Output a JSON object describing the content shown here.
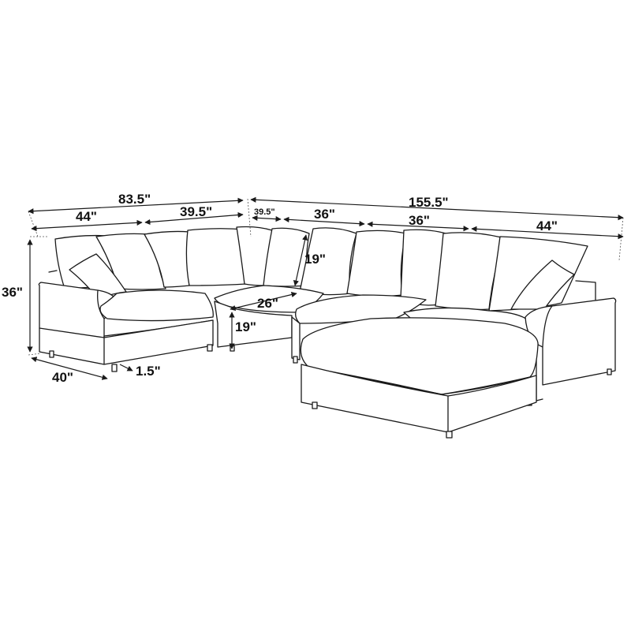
{
  "dimensions": {
    "left_section_width": "83.5\"",
    "left_arm_seat_width": "44\"",
    "corner_width": "39.5\"",
    "small_corner_width": "39.5\"",
    "armless_seat_width_1": "36\"",
    "armless_seat_width_2": "36\"",
    "right_arm_seat_width": "44\"",
    "overall_width": "155.5\"",
    "overall_height": "36\"",
    "back_height": "19\"",
    "seat_depth": "26\"",
    "seat_height": "19\"",
    "depth": "40\"",
    "leg_height": "1.5\""
  },
  "colors": {
    "line": "#1a1a1a",
    "background": "#ffffff"
  }
}
